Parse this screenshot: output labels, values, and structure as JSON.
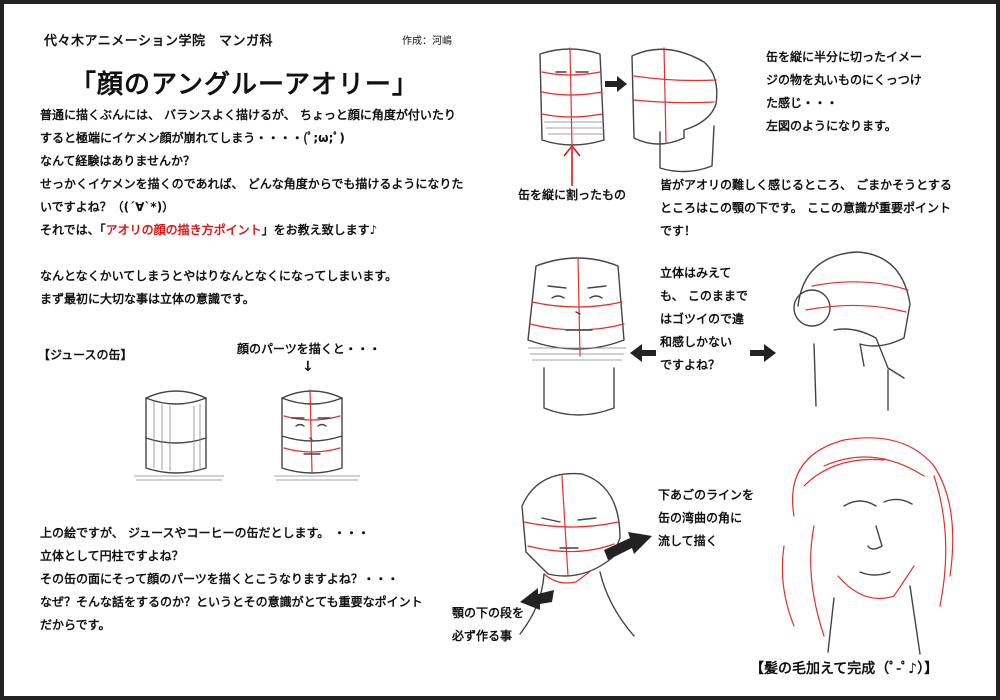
{
  "header": {
    "school": "代々木アニメーション学院　マンガ科",
    "author": "作成：河嶋"
  },
  "title": "「顔のアングルーアオリー」",
  "intro": {
    "line1": "普通に描くぶんには、 バランスよく描けるが、 ちょっと顔に角度が付いたり",
    "line2": "すると極端にイケメン顔が崩れてしまう・・・・(ﾟ;ω;ﾟ)",
    "line3": "なんて経験はありませんか？",
    "line4": "せっかくイケメンを描くのであれば、 どんな角度からでも描けるようになりた",
    "line5": "いですよね？（(´∀`*)）",
    "line6_pre": "それでは、「",
    "line6_red": "アオリの顔の描き方ポイント",
    "line6_post": "」をお教え致します♪",
    "line7": "なんとなくかいてしまうとやはりなんとなくになってしまいます。",
    "line8": "まず最初に大切な事は立体の意識です。"
  },
  "can_section": {
    "label": "【ジュースの缶】",
    "parts_label": "顔のパーツを描くと・・・",
    "arrow": "↓"
  },
  "explanation": {
    "line1": "上の絵ですが、 ジュースやコーヒーの缶だとします。 ・・・",
    "line2": "立体として円柱ですよね？",
    "line3": "その缶の面にそって顔のパーツを描くとこうなりますよね？・・・",
    "line4": "なぜ？そんな話をするのか？というとその意識がとても重要なポイント",
    "line5": "だからです。"
  },
  "right": {
    "note1": [
      "缶を縦に半分に切ったイメー",
      "ジの物を丸いものにくっつけ",
      "た感じ・・・",
      "左図のようになります。"
    ],
    "cut_label": "缶を縦に割ったもの",
    "note2": [
      "皆がアオリの難しく感じるところ、 ごまかそうとする",
      "ところはこの顎の下です。 ここの意識が重要ポイント",
      "です！"
    ],
    "note3": [
      "立体はみえて",
      "も、 このままで",
      "はゴツイので違",
      "和感しかない",
      "ですよね？"
    ],
    "note4": [
      "下あごのラインを",
      "缶の湾曲の角に",
      "流して描く"
    ],
    "note5": [
      "顎の下の段を",
      "必ず作る事"
    ],
    "caption": "【髪の毛加えて完成（ﾟ-ﾟ♪）】"
  }
}
